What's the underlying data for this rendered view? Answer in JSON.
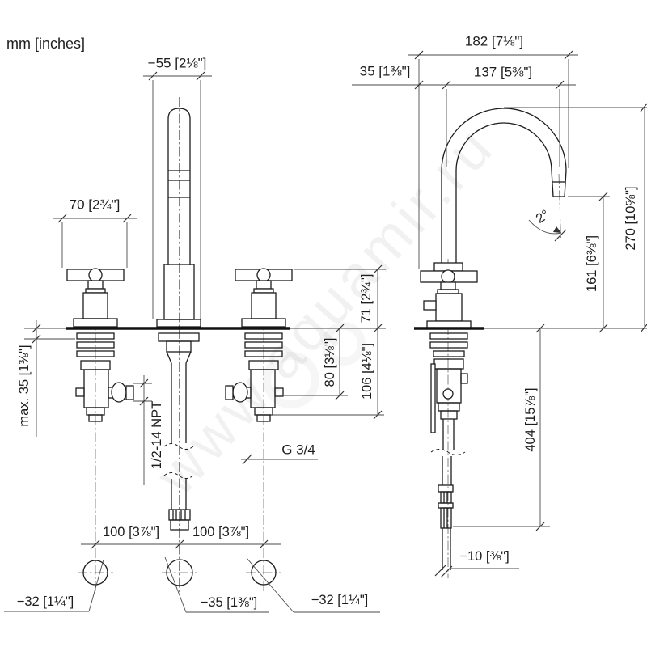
{
  "units_note": "mm [inches]",
  "watermark": {
    "text": "www.aquamir.ru"
  },
  "colors": {
    "line": "#1d1d1d",
    "background": "#ffffff",
    "dimension": "#4a4a4a"
  },
  "front_view": {
    "dims": {
      "spout_base_dia": "−55 [2⅛\"]",
      "handle_width": "70 [2¾\"]",
      "max_deck_thickness": "max. 35 [1⅜\"]",
      "handle_height": "71 [2¾\"]",
      "outlet_depth": "80 [3⅛\"]",
      "connection_depth": "106 [4⅛\"]",
      "supply_thread": "1/2-14 NPT",
      "spout_thread": "G 3/4",
      "hole_spacing_left": "100 [3⅞\"]",
      "hole_spacing_right": "100 [3⅞\"]",
      "hole_dia_left": "−32 [1¼\"]",
      "hole_dia_center": "−35 [1⅜\"]",
      "hole_dia_right": "−32 [1¼\"]"
    }
  },
  "side_view": {
    "dims": {
      "overall_width": "182 [7⅛\"]",
      "handle_offset": "35 [1⅜\"]",
      "spout_reach": "137 [5⅜\"]",
      "outlet_angle": "2°",
      "outlet_height": "161 [6⅜\"]",
      "overall_height": "270 [10⅝\"]",
      "hose_length": "404 [15⅞\"]",
      "hose_dia": "−10 [⅜\"]"
    }
  }
}
